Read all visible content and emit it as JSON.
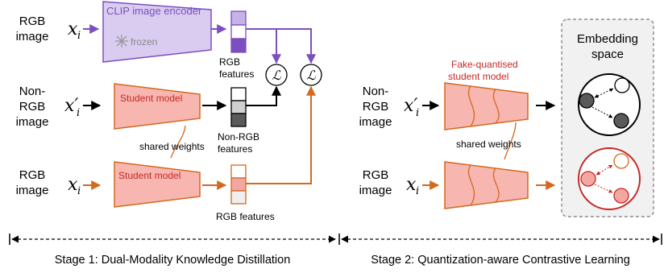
{
  "stage1": {
    "inputs": {
      "rgb_top": {
        "line1": "RGB",
        "line2": "image",
        "var": "x",
        "sub": "i"
      },
      "nonrgb": {
        "line1": "Non-",
        "line2": "RGB",
        "line3": "image",
        "var": "x′",
        "sub": "i"
      },
      "rgb_bottom": {
        "line1": "RGB",
        "line2": "image",
        "var": "x",
        "sub": "i"
      }
    },
    "clip_label": "CLIP image encoder",
    "frozen_label": "frozen",
    "student_label": "Student model",
    "shared_weights": "shared weights",
    "rgb_features_top": {
      "line1": "RGB",
      "line2": "features"
    },
    "nonrgb_features": {
      "line1": "Non-RGB",
      "line2": "features"
    },
    "rgb_features_bottom": "RGB features",
    "loss_symbol": "ℒ",
    "caption": "Stage 1: Dual-Modality Knowledge Distillation"
  },
  "stage2": {
    "inputs": {
      "nonrgb": {
        "line1": "Non-",
        "line2": "RGB",
        "line3": "image",
        "var": "x′",
        "sub": "i"
      },
      "rgb": {
        "line1": "RGB",
        "line2": "image",
        "var": "x",
        "sub": "i"
      }
    },
    "fq_label": {
      "line1": "Fake-quantised",
      "line2": "student model"
    },
    "shared_weights": "shared weights",
    "embedding": {
      "line1": "Embedding",
      "line2": "space"
    },
    "caption": "Stage 2: Quantization-aware Contrastive Learning"
  },
  "colors": {
    "purple": "#7b4fc0",
    "clip_fill": "#d9ccf0",
    "orange": "#d2691e",
    "student_fill": "#f7b7b0",
    "red_label": "#c62828",
    "gray_light": "#d0d0d0",
    "gray_dark": "#5a5a5a"
  }
}
